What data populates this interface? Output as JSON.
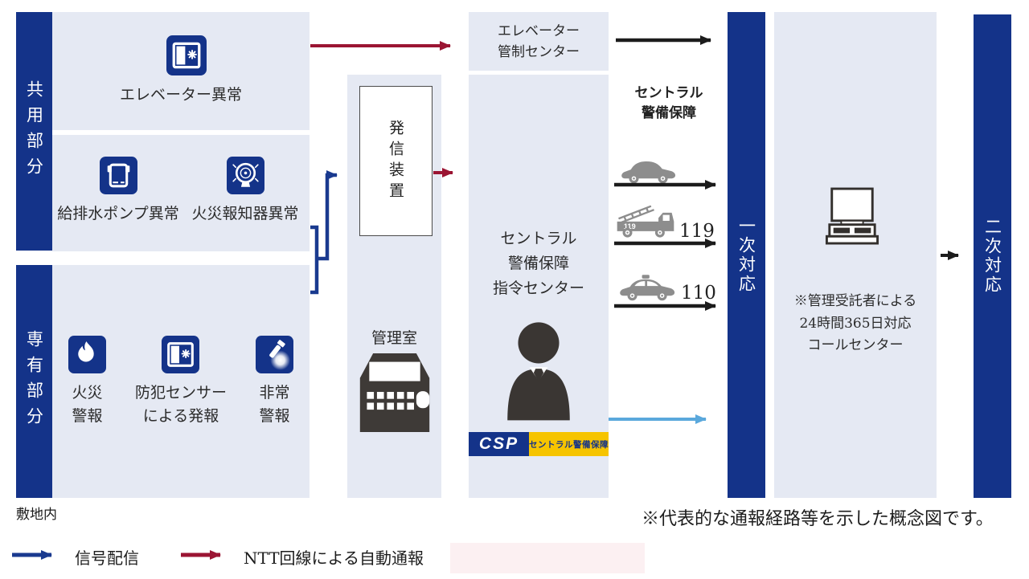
{
  "colors": {
    "navy": "#143389",
    "panel_light": "#e5e9f3",
    "arrow_crimson": "#9b1533",
    "arrow_black": "#1c1c1c",
    "arrow_light_blue": "#5aa8dc",
    "vehicle_gray": "#8d8d8d",
    "icon_dark": "#3a3633",
    "csp_yellow": "#f6c400"
  },
  "left": {
    "common_bar": "共用部分",
    "private_bar": "専有部分",
    "site": "敷地内",
    "elevator_fault": "エレベーター異常",
    "pump_fault": "給排水ポンプ異常",
    "fire_detector_fault": "火災報知器異常",
    "fire_alarm": [
      "火災",
      "警報"
    ],
    "sensor_alarm": [
      "防犯センサー",
      "による発報"
    ],
    "emergency_alarm": [
      "非常",
      "警報"
    ]
  },
  "center": {
    "transmitter": "発信装置",
    "control_room": "管理室",
    "elevator_center": [
      "エレベーター",
      "管制センター"
    ],
    "csp_command": [
      "セントラル",
      "警備保障",
      "指令センター"
    ],
    "csp_logo": {
      "abbr": "CSP",
      "name": "セントラル警備保障"
    }
  },
  "right": {
    "csp_field_label": [
      "セントラル",
      "警備保障"
    ],
    "fire_number": "119",
    "police_number": "110",
    "primary": "一次対応",
    "secondary": "二次対応",
    "call_center": [
      "※管理受託者による",
      "24時間365日対応",
      "コールセンター"
    ]
  },
  "legend": {
    "signal": "信号配信",
    "ntt": "NTT回線による自動通報"
  },
  "footnote": "※代表的な通報経路等を示した概念図です。"
}
